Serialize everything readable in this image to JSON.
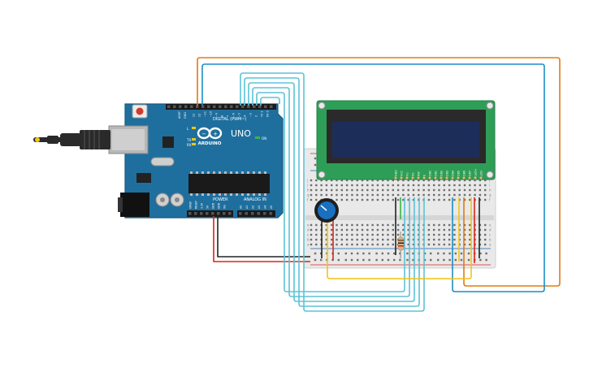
{
  "arduino": {
    "logo": "ARDUINO",
    "model": "UNO",
    "on_label": "ON",
    "digital_label": "DIGITAL (PWM~)",
    "power_label": "POWER",
    "analog_label": "ANALOG IN",
    "tx_label": "TX",
    "rx_label": "RX",
    "l_label": "L",
    "aref_label": "AREF",
    "gnd_label": "GND",
    "digital_pins": [
      "13",
      "12",
      "~11",
      "~10",
      "~9",
      "8",
      "7",
      "~6",
      "~5",
      "4",
      "~3",
      "2",
      "TX 1",
      "RX 0"
    ],
    "power_pins": [
      "IOREF",
      "RESET",
      "3.3V",
      "5V",
      "GND",
      "GND",
      "Vin"
    ],
    "analog_pins": [
      "A0",
      "A1",
      "A2",
      "A3",
      "A4",
      "A5"
    ]
  },
  "lcd": {
    "pins": [
      "GND",
      "VCC",
      "V0",
      "RS",
      "RW",
      "E",
      "DB0",
      "DB1",
      "DB2",
      "DB3",
      "DB4",
      "DB5",
      "DB6",
      "DB7",
      "LED+",
      "LED-"
    ]
  },
  "breadboard": {
    "top_row_letters": [
      "j",
      "i",
      "h",
      "g",
      "f"
    ],
    "bottom_row_letters": [
      "e",
      "d",
      "c",
      "b",
      "a"
    ]
  },
  "colors": {
    "arduino_board": "#1f6f9e",
    "lcd_pcb": "#2e9e57",
    "lcd_screen": "#1d2d5a",
    "wire_orange": "#e07b14",
    "wire_blue": "#1a8fc2",
    "wire_cyan": "#5cc3d6",
    "wire_red": "#d9261c",
    "wire_black": "#222222",
    "wire_yellow": "#f2c413",
    "wire_green": "#3bb54a"
  },
  "icons": {
    "usb_plug": "usb-cable-icon",
    "potentiometer": "potentiometer-icon",
    "resistor": "resistor-icon",
    "infinity_logo": "arduino-infinity-icon"
  }
}
